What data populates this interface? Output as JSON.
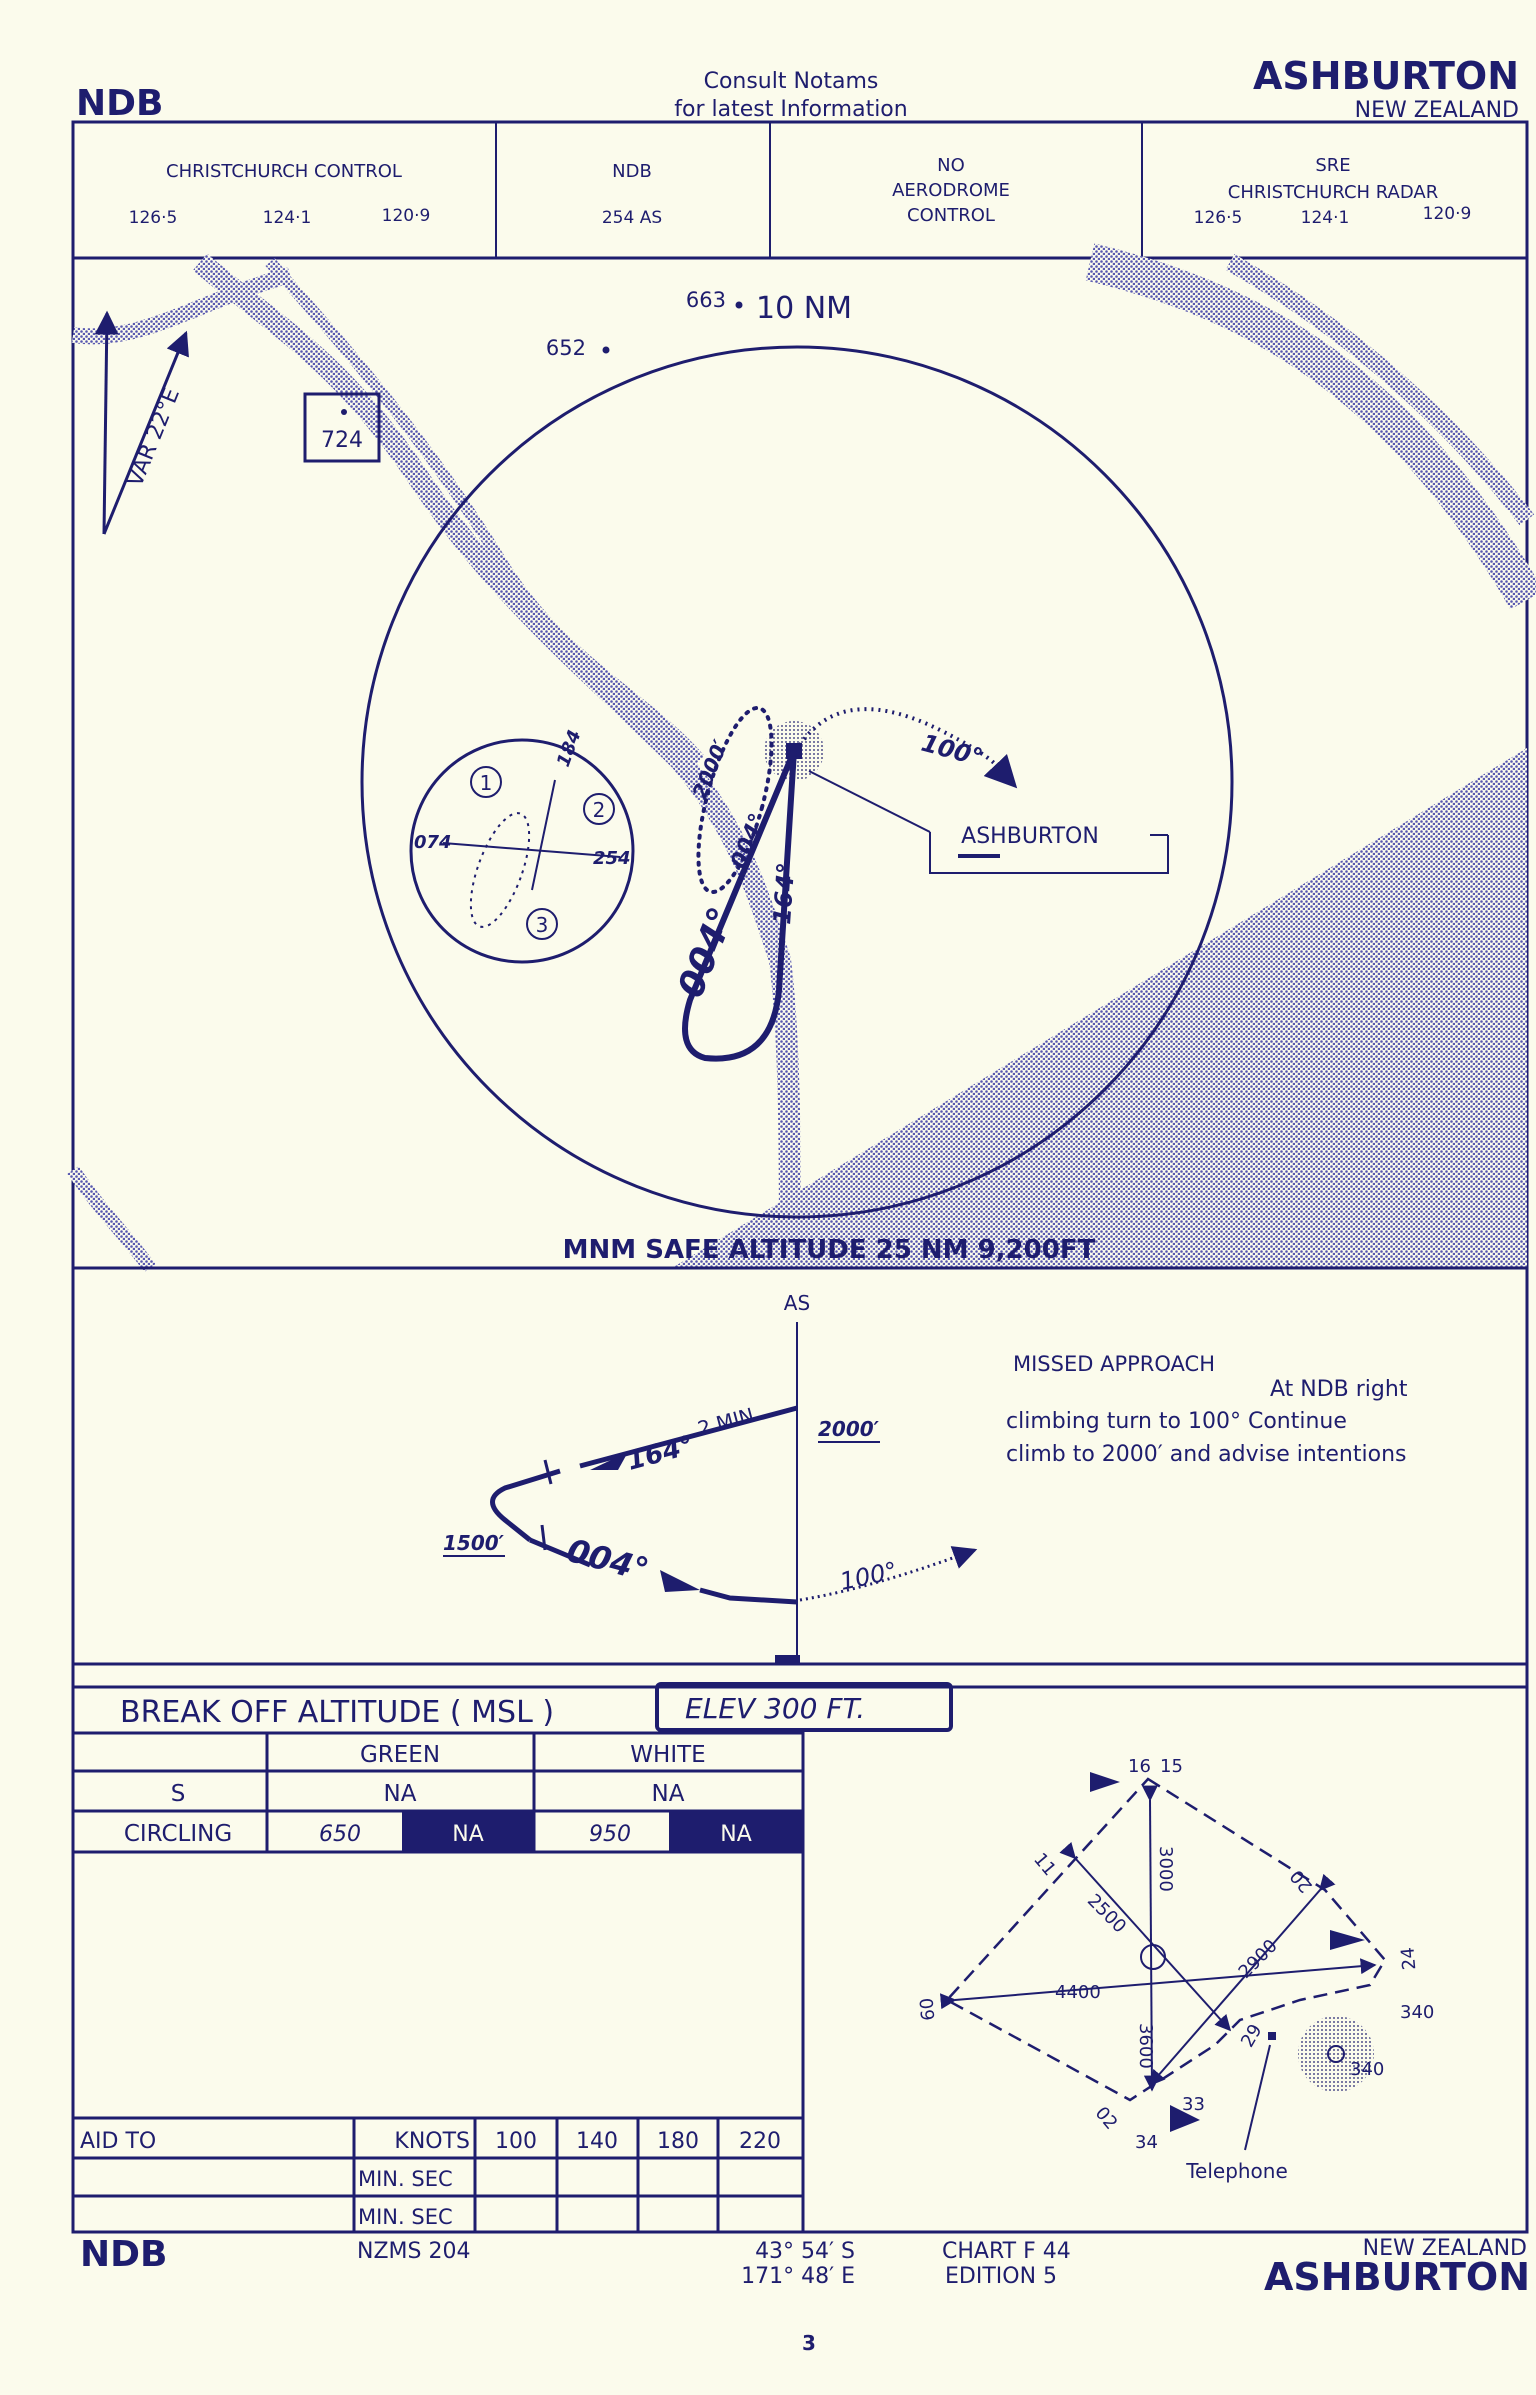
{
  "header": {
    "procedure": "NDB",
    "notice_line1": "Consult  Notams",
    "notice_line2": "for  latest  Information",
    "location": "ASHBURTON",
    "country": "NEW ZEALAND"
  },
  "comms": {
    "control": {
      "name": "CHRISTCHURCH   CONTROL",
      "freqs": [
        "126·5",
        "124·1",
        "120·9"
      ]
    },
    "ndb": {
      "name": "NDB",
      "ident": "254 AS"
    },
    "aerodrome": {
      "line1": "NO",
      "line2": "AERODROME",
      "line3": "CONTROL"
    },
    "radar": {
      "line1": "SRE",
      "line2": "CHRISTCHURCH  RADAR",
      "freqs": [
        "126·5",
        "124·1",
        "120·9"
      ]
    }
  },
  "plan": {
    "variation": "VAR 22°E",
    "spot_heights": [
      "724",
      "652",
      "663"
    ],
    "range_ring": "10 NM",
    "inset": {
      "sectors": [
        "1",
        "2",
        "3"
      ],
      "bearings": [
        "184",
        "074",
        "254"
      ]
    },
    "ndb_label": "ASHBURTON",
    "tracks": {
      "inbound_big": "004°",
      "inbound_small": "004°",
      "outbound": "164°",
      "hold_alt": "2000′",
      "missed": "100°"
    },
    "msa": "MNM SAFE ALTITUDE 25 NM 9,200FT"
  },
  "profile": {
    "fix": "AS",
    "alt_top": "2000′",
    "time": "2 MIN",
    "outbound": "164°",
    "alt_low": "1500′",
    "inbound": "004°",
    "missed": "100°",
    "missed_title": "MISSED  APPROACH",
    "missed_line1": "At NDB right",
    "missed_line2": "climbing  turn  to  100°  Continue",
    "missed_line3": "climb  to  2000′  and  advise  intentions"
  },
  "minima": {
    "title": "BREAK  OFF  ALTITUDE  ( MSL )",
    "elevation": "ELEV   300     FT.",
    "columns": [
      "GREEN",
      "WHITE"
    ],
    "rows": [
      {
        "label": "S",
        "green": "NA",
        "white": "NA"
      },
      {
        "label": "CIRCLING",
        "green": "650",
        "green_na": "NA",
        "white": "950",
        "white_na": "NA"
      }
    ]
  },
  "timing": {
    "aid_label": "AID TO",
    "knots_label": "KNOTS",
    "speeds": [
      "100",
      "140",
      "180",
      "220"
    ],
    "unit_label": "MIN. SEC"
  },
  "aerodrome": {
    "runway_ends": [
      "16",
      "15",
      "11",
      "20",
      "24",
      "09",
      "02",
      "34",
      "33",
      "29"
    ],
    "lengths": [
      "3000",
      "2500",
      "4400",
      "2900",
      "3600"
    ],
    "ndb_freq": [
      "340",
      "340"
    ],
    "telephone": "Telephone"
  },
  "footer": {
    "procedure": "NDB",
    "map_ref": "NZMS  204",
    "lat": "43° 54′ S",
    "lon": "171° 48′ E",
    "chart": "CHART  F 44",
    "edition": "EDITION  5",
    "country": "NEW  ZEALAND",
    "location": "ASHBURTON",
    "page": "3"
  },
  "colors": {
    "ink": "#1e1d6e",
    "paper": "#fbfbec"
  }
}
